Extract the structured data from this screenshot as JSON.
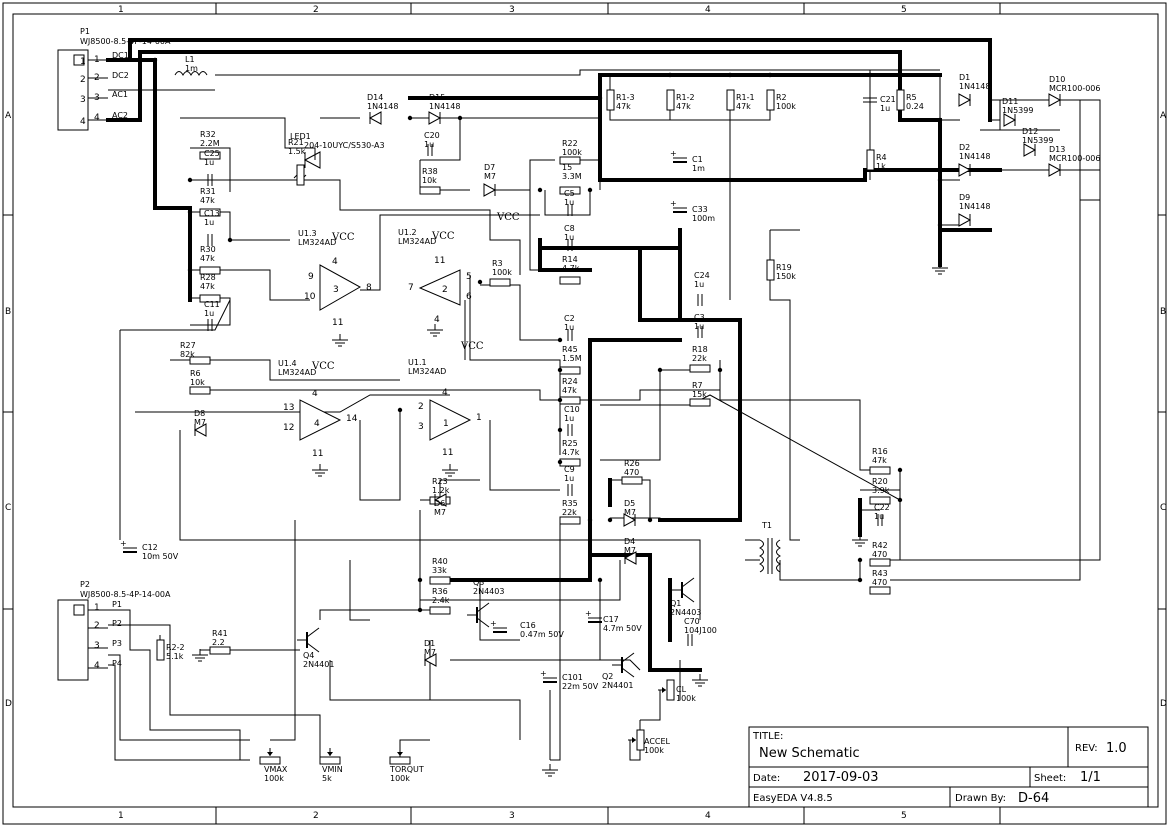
{
  "title_block": {
    "title_label": "TITLE:",
    "title": "New Schematic",
    "rev_label": "REV:",
    "rev": "1.0",
    "date_label": "Date:",
    "date": "2017-09-03",
    "sheet_label": "Sheet:",
    "sheet": "1/1",
    "tool": "EasyEDA V4.8.5",
    "drawn_label": "Drawn By:",
    "drawn_by": "D-64"
  },
  "border": {
    "columns": [
      "1",
      "2",
      "3",
      "4",
      "5"
    ],
    "rows": [
      "A",
      "B",
      "C",
      "D"
    ]
  },
  "connectors": {
    "p1": {
      "ref": "P1",
      "part": "WJ8500-8.5-4P-14-00A",
      "pins": [
        "1",
        "2",
        "3",
        "4"
      ],
      "nets": [
        "DC1",
        "DC2",
        "AC1",
        "AC2"
      ]
    },
    "p2": {
      "ref": "P2",
      "part": "WJ8500-8.5-4P-14-00A",
      "pins": [
        "1",
        "2",
        "3",
        "4"
      ],
      "nets": [
        "P1",
        "P2",
        "P3",
        "P4"
      ]
    }
  },
  "opamps": {
    "u13": {
      "ref": "U1.3",
      "part": "LM324AD",
      "unit": "3",
      "pins": [
        "9",
        "10",
        "8",
        "4",
        "11"
      ]
    },
    "u12": {
      "ref": "U1.2",
      "part": "LM324AD",
      "unit": "2",
      "pins": [
        "5",
        "6",
        "7",
        "11",
        "4"
      ]
    },
    "u14": {
      "ref": "U1.4",
      "part": "LM324AD",
      "unit": "4",
      "pins": [
        "13",
        "12",
        "14",
        "4",
        "11"
      ]
    },
    "u11": {
      "ref": "U1.1",
      "part": "LM324AD",
      "unit": "1",
      "pins": [
        "2",
        "3",
        "1",
        "4",
        "11"
      ]
    }
  },
  "power_labels": [
    "VCC",
    "VCC",
    "VCC",
    "VCC",
    "VCC"
  ],
  "resistors": [
    {
      "ref": "R1-3",
      "val": "47k"
    },
    {
      "ref": "R1-2",
      "val": "47k"
    },
    {
      "ref": "R1-1",
      "val": "47k"
    },
    {
      "ref": "R2",
      "val": "100k"
    },
    {
      "ref": "R5",
      "val": "0.24"
    },
    {
      "ref": "R4",
      "val": "1k"
    },
    {
      "ref": "R32",
      "val": "2.2M"
    },
    {
      "ref": "R31",
      "val": "47k"
    },
    {
      "ref": "R30",
      "val": "47k"
    },
    {
      "ref": "R28",
      "val": "47k"
    },
    {
      "ref": "R27",
      "val": "82k"
    },
    {
      "ref": "R6",
      "val": "10k"
    },
    {
      "ref": "R38",
      "val": "10k"
    },
    {
      "ref": "R22",
      "val": "100k"
    },
    {
      "ref": "15",
      "val": "3.3M"
    },
    {
      "ref": "R14",
      "val": "4.7k"
    },
    {
      "ref": "R3",
      "val": "100k"
    },
    {
      "ref": "R45",
      "val": "1.5M"
    },
    {
      "ref": "R24",
      "val": "47k"
    },
    {
      "ref": "R25",
      "val": "4.7k"
    },
    {
      "ref": "R35",
      "val": "22k"
    },
    {
      "ref": "R23",
      "val": "1.2k"
    },
    {
      "ref": "R26",
      "val": "470"
    },
    {
      "ref": "R18",
      "val": "22k"
    },
    {
      "ref": "R7",
      "val": "15k"
    },
    {
      "ref": "R19",
      "val": "150k"
    },
    {
      "ref": "R16",
      "val": "47k"
    },
    {
      "ref": "R20",
      "val": "3.9k"
    },
    {
      "ref": "R42",
      "val": "470"
    },
    {
      "ref": "R43",
      "val": "470"
    },
    {
      "ref": "R40",
      "val": "33k"
    },
    {
      "ref": "R36",
      "val": "2.4k"
    },
    {
      "ref": "R41",
      "val": "2.2"
    },
    {
      "ref": "R2-2",
      "val": "5.1k"
    },
    {
      "ref": "R21",
      "val": "1.5k"
    }
  ],
  "capacitors": [
    {
      "ref": "C25",
      "val": "1u"
    },
    {
      "ref": "C13",
      "val": "1u"
    },
    {
      "ref": "C11",
      "val": "1u"
    },
    {
      "ref": "C20",
      "val": "1u"
    },
    {
      "ref": "C5",
      "val": "1u"
    },
    {
      "ref": "C8",
      "val": "1u"
    },
    {
      "ref": "C1",
      "val": "1m"
    },
    {
      "ref": "C33",
      "val": "100m"
    },
    {
      "ref": "C21",
      "val": "1u"
    },
    {
      "ref": "C24",
      "val": "1u"
    },
    {
      "ref": "C3",
      "val": "1u"
    },
    {
      "ref": "C2",
      "val": "1u"
    },
    {
      "ref": "C10",
      "val": "1u"
    },
    {
      "ref": "C9",
      "val": "1u"
    },
    {
      "ref": "C22",
      "val": "1u"
    },
    {
      "ref": "C12",
      "val": "10m 50V"
    },
    {
      "ref": "C16",
      "val": "0.47m 50V"
    },
    {
      "ref": "C17",
      "val": "4.7m 50V"
    },
    {
      "ref": "C70",
      "val": "104J100"
    },
    {
      "ref": "C101",
      "val": "22m 50V"
    }
  ],
  "diodes": [
    {
      "ref": "D14",
      "val": "1N4148"
    },
    {
      "ref": "D15",
      "val": "1N4148"
    },
    {
      "ref": "D7",
      "val": "M7"
    },
    {
      "ref": "D8",
      "val": "M7"
    },
    {
      "ref": "D6",
      "val": "M7"
    },
    {
      "ref": "D5",
      "val": "M7"
    },
    {
      "ref": "D4",
      "val": "M7"
    },
    {
      "ref": "D1",
      "val": "M7"
    },
    {
      "ref": "D1",
      "val": "1N4148"
    },
    {
      "ref": "D2",
      "val": "1N4148"
    },
    {
      "ref": "D9",
      "val": "1N4148"
    },
    {
      "ref": "D11",
      "val": "1N5399"
    },
    {
      "ref": "D12",
      "val": "1N5399"
    },
    {
      "ref": "D10",
      "val": "MCR100-006"
    },
    {
      "ref": "D13",
      "val": "MCR100-006"
    }
  ],
  "inductor": {
    "ref": "L1",
    "val": "1m"
  },
  "led": {
    "ref": "LED1",
    "part": "204-10UYC/S530-A3"
  },
  "transformer": {
    "ref": "T1"
  },
  "transistors": [
    {
      "ref": "Q3",
      "part": "2N4403"
    },
    {
      "ref": "Q1",
      "part": "2N4403"
    },
    {
      "ref": "Q4",
      "part": "2N4401"
    },
    {
      "ref": "Q2",
      "part": "2N4401"
    }
  ],
  "pots": [
    {
      "ref": "VMAX",
      "val": "100k"
    },
    {
      "ref": "VMIN",
      "val": "5k"
    },
    {
      "ref": "TORQUT",
      "val": "100k"
    },
    {
      "ref": "ACCEL",
      "val": "100k"
    },
    {
      "ref": "CL",
      "val": "100k"
    }
  ]
}
